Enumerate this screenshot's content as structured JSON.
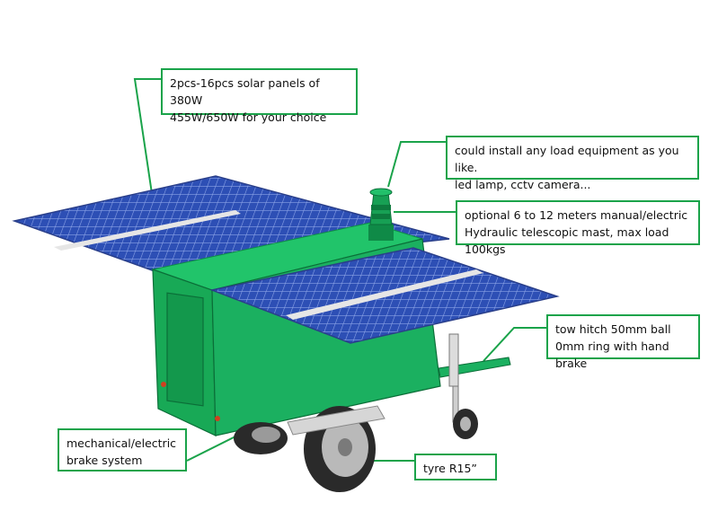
{
  "callouts": {
    "solar": "2pcs-16pcs solar panels of 380W\n455W/650W  for your choice",
    "load": "could install any load equipment as you like.\nled lamp, cctv camera...",
    "mast": "optional 6 to 12 meters manual/electric\nHydraulic telescopic mast, max load 100kgs",
    "hitch": "tow hitch 50mm ball\n0mm ring with hand brake",
    "brake": "mechanical/electric\nbrake system",
    "tyre": "tyre R15”"
  },
  "colors": {
    "trailer_body": "#1bb060",
    "trailer_dark": "#0f8a47",
    "solar_cell": "#2d4fb5",
    "solar_grid": "#8ea6e8",
    "callout_border": "#1aa34a",
    "tyre": "#2a2a2a"
  }
}
